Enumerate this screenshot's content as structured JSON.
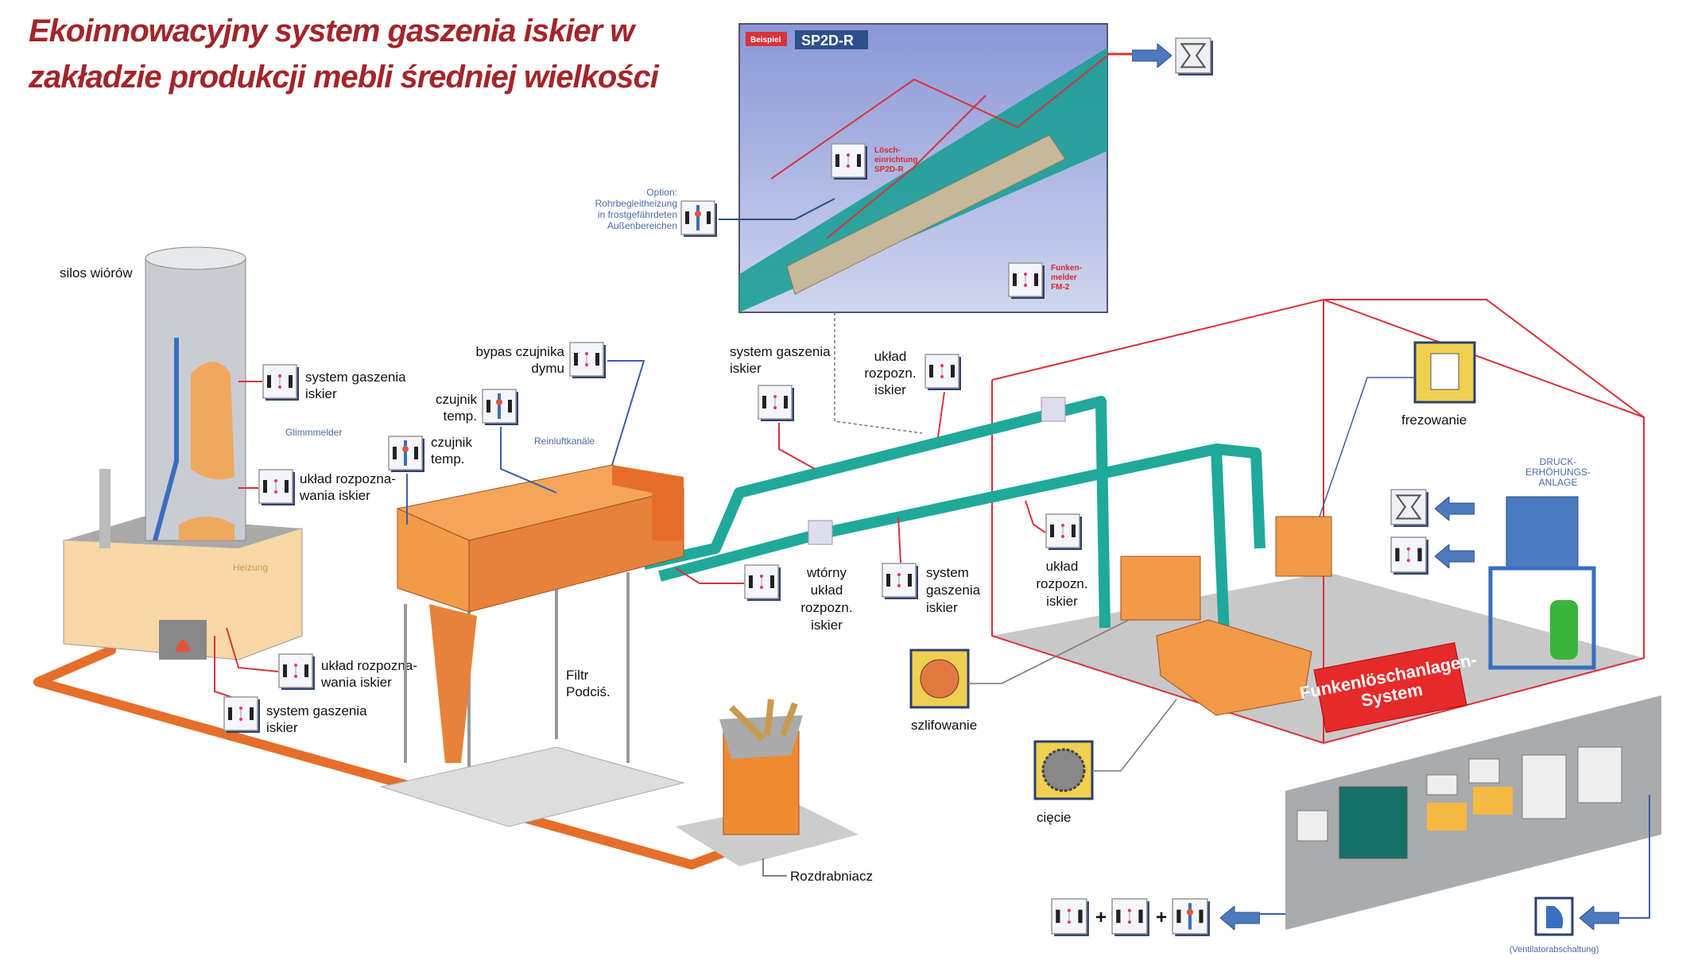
{
  "title": {
    "line1": "Ekoinnowacyjny system gaszenia iskier  w",
    "line2": "zakładzie produkcji mebli  średniej wielkości"
  },
  "inset": {
    "badge": "Beispiel",
    "model": "SP2D-R",
    "option": [
      "Option:",
      "Rohrbegleitheizung",
      "in frostgefährdeten",
      "Außenbereichen"
    ],
    "extinguisher": [
      "Lösch-",
      "einrichtung",
      "SP2D-R"
    ],
    "detector": [
      "Funken-",
      "melder",
      "FM-2"
    ]
  },
  "labels": {
    "silo": "silos wiórów",
    "silo_extinguish": [
      "system  gaszenia",
      "iskier"
    ],
    "glimmmelder": "Glimmmelder",
    "silo_detect": [
      "układ rozpozna-",
      "wania iskier"
    ],
    "heizung": "Heizung",
    "heat_detect": [
      "układ rozpozna-",
      "wania iskier"
    ],
    "heat_extinguish": [
      "system gaszenia",
      "iskier"
    ],
    "temp1": [
      "czujnik",
      "temp."
    ],
    "temp2": [
      "czujnik",
      "temp."
    ],
    "smoke_bypass": [
      "bypas czujnika",
      "dymu"
    ],
    "clean_air": "Reinluftkanäle",
    "filter": [
      "Filtr",
      "Podciś."
    ],
    "duct_extinguish": [
      "system gaszenia",
      "iskier"
    ],
    "duct_detect": [
      "układ",
      "rozpozn.",
      "iskier"
    ],
    "secondary_detect": [
      "wtórny",
      "układ",
      "rozpozn.",
      "iskier"
    ],
    "duct2_extinguish": [
      "system",
      "gaszenia",
      "iskier"
    ],
    "hall_detect": [
      "układ",
      "rozpozn.",
      "iskier"
    ],
    "milling": "frezowanie",
    "sanding": "szlifowanie",
    "cutting": "cięcie",
    "shredder": "Rozdrabniacz",
    "system_sign": [
      "Funkenlöschanlagen-",
      "System"
    ],
    "pump": [
      "DRUCK-",
      "ERHÖHUNGS-",
      "ANLAGE"
    ],
    "fan_off": "(Ventilatorabschaltung)"
  },
  "colors": {
    "title": "#a3252a",
    "duct": "#1fa99a",
    "orange": "#f08a30",
    "wire": "#d9323a",
    "signal": "#3a5ea8"
  }
}
